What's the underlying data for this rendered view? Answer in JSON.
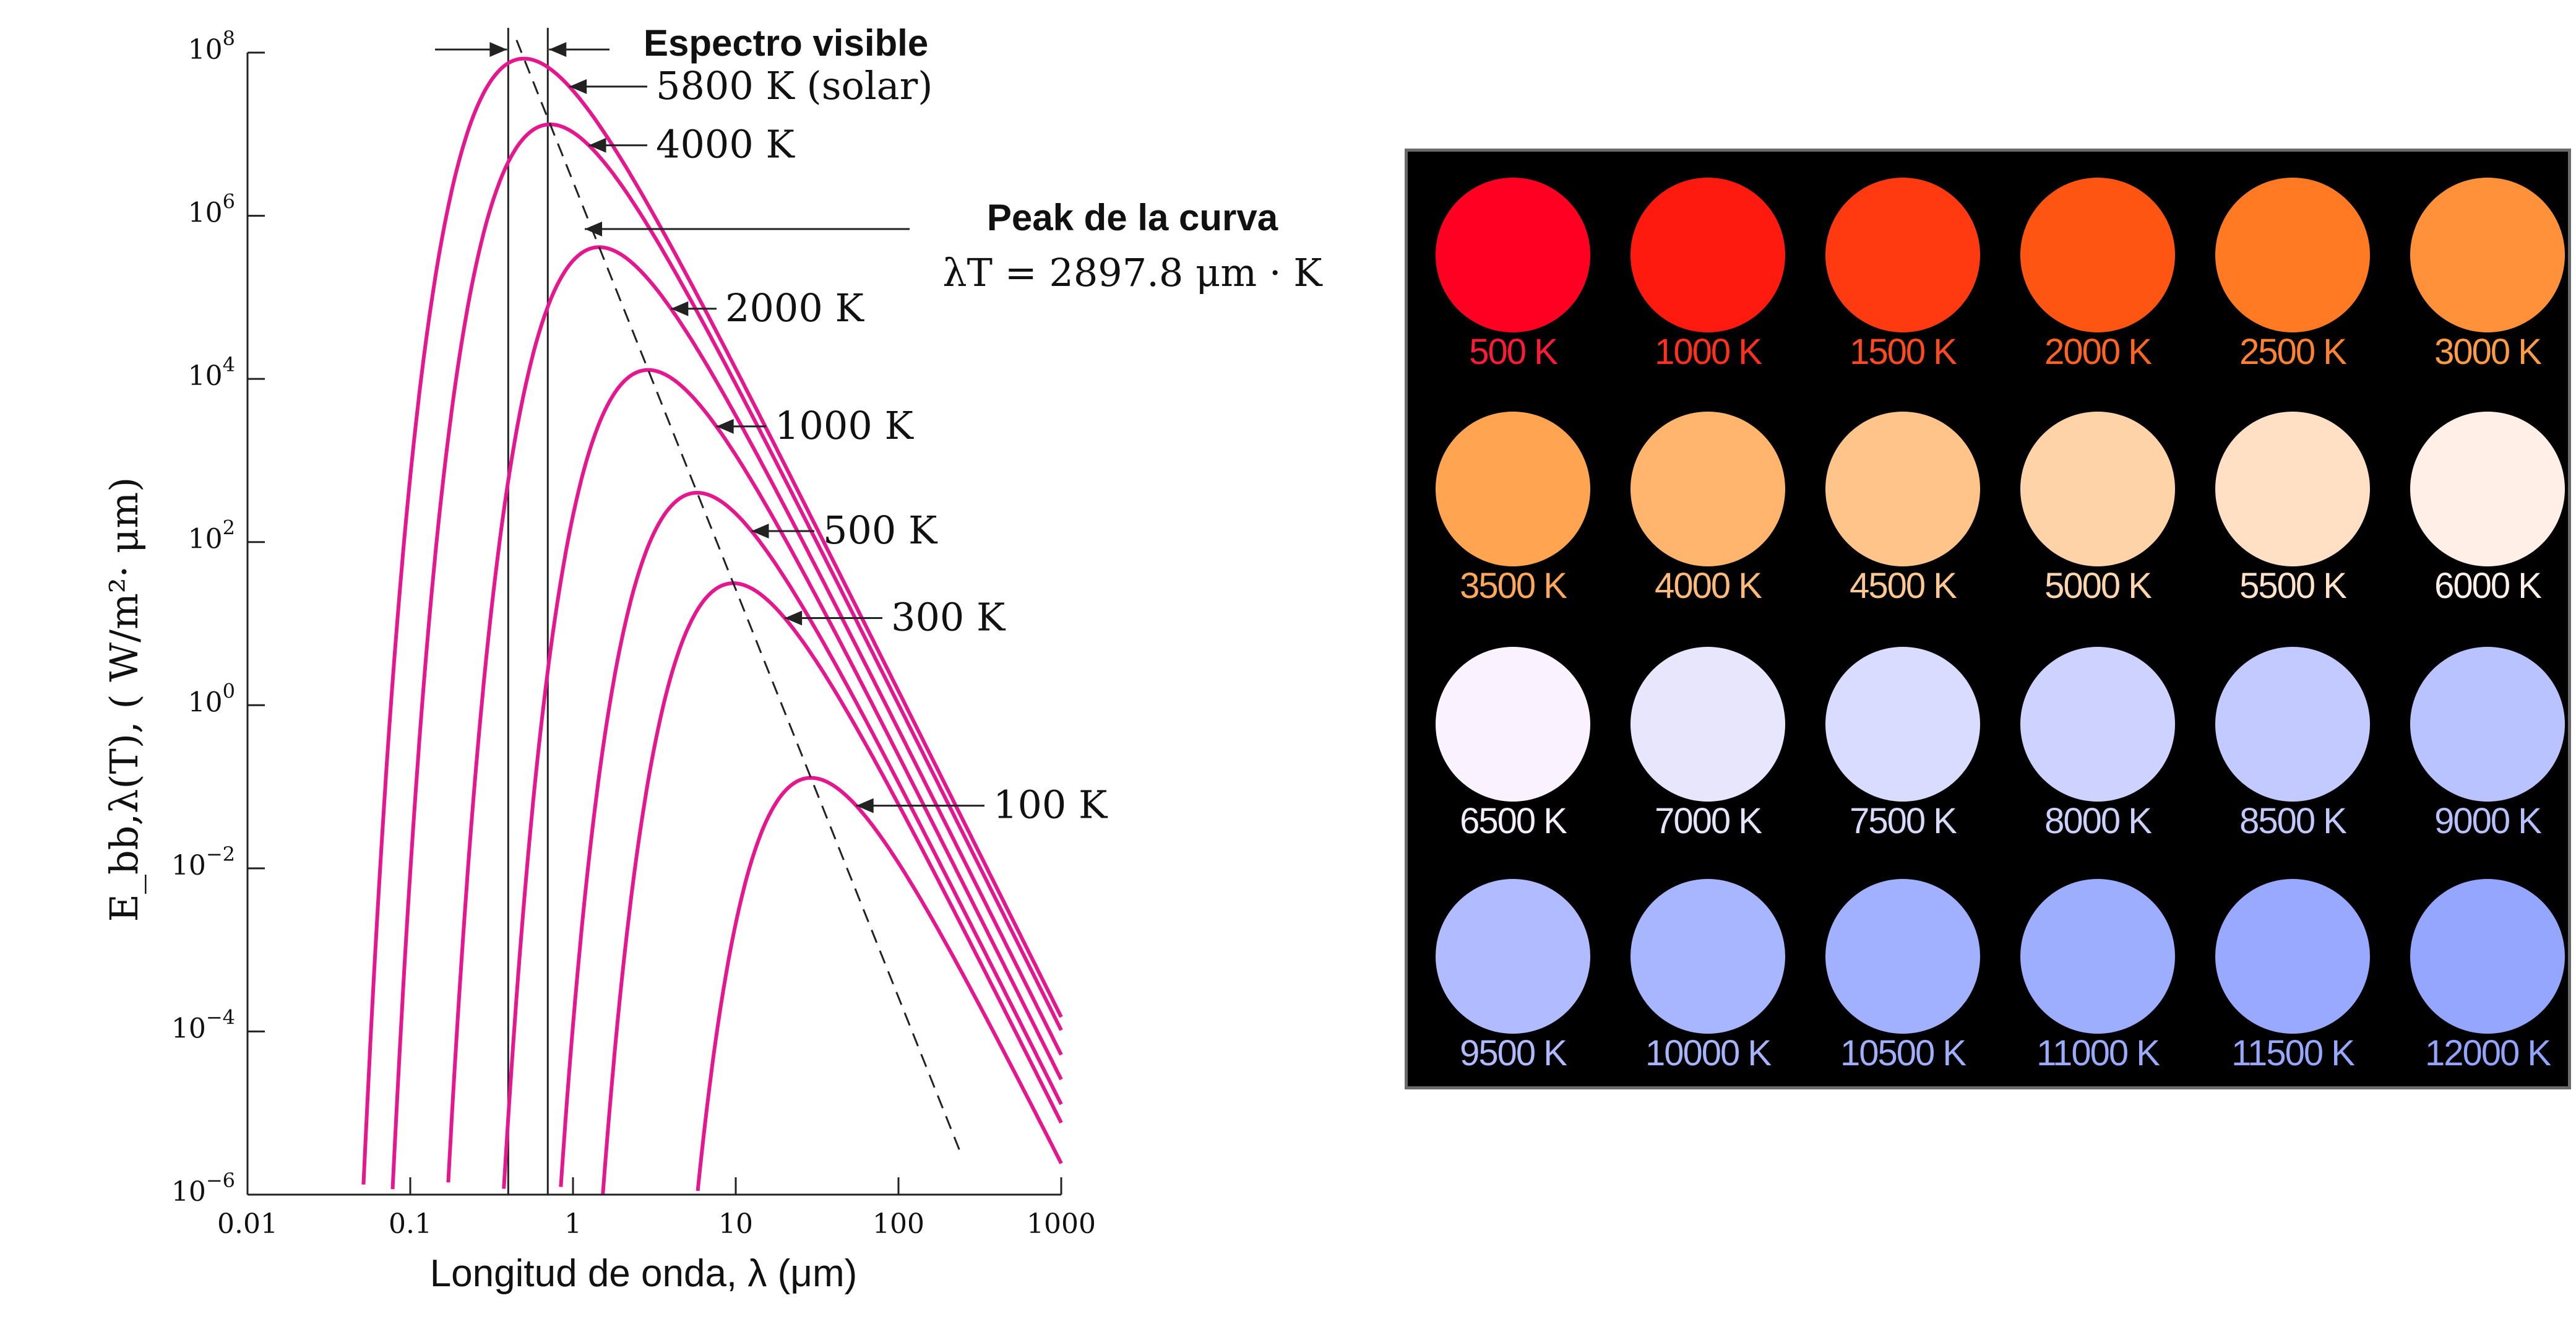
{
  "chart_data": {
    "type": "line",
    "xscale": "log",
    "yscale": "log",
    "xlim": [
      0.01,
      1000
    ],
    "ylim": [
      1e-06,
      100000000.0
    ],
    "xlabel": "Longitud de onda, λ (μm)",
    "ylabel": "E_bb,λ(T), ( W/m²· μm)",
    "x_ticks": [
      "0.01",
      "0.1",
      "1",
      "10",
      "100",
      "1000"
    ],
    "y_ticks": [
      {
        "base": "10",
        "exp": "8"
      },
      {
        "base": "10",
        "exp": "6"
      },
      {
        "base": "10",
        "exp": "4"
      },
      {
        "base": "10",
        "exp": "2"
      },
      {
        "base": "10",
        "exp": "0"
      },
      {
        "base": "10",
        "exp": "−2"
      },
      {
        "base": "10",
        "exp": "−4"
      },
      {
        "base": "10",
        "exp": "−6"
      }
    ],
    "series": [
      {
        "name": "5800 K (solar)",
        "T": 5800,
        "peak_um": 0.5,
        "peak_value": 83000000.0
      },
      {
        "name": "4000 K",
        "T": 4000,
        "peak_um": 0.72,
        "peak_value": 13000000.0
      },
      {
        "name": "2000 K",
        "T": 2000,
        "peak_um": 1.45,
        "peak_value": 410000.0
      },
      {
        "name": "1000 K",
        "T": 1000,
        "peak_um": 2.9,
        "peak_value": 13000.0
      },
      {
        "name": "500 K",
        "T": 500,
        "peak_um": 5.8,
        "peak_value": 400
      },
      {
        "name": "300 K",
        "T": 300,
        "peak_um": 9.7,
        "peak_value": 31
      },
      {
        "name": "100 K",
        "T": 100,
        "peak_um": 29,
        "peak_value": 0.13
      }
    ],
    "curve_color": "#e6168e",
    "peak_line": {
      "constant": 2897.8,
      "x_range": [
        0.45,
        240
      ]
    },
    "visible_band_um": [
      0.4,
      0.7
    ],
    "annotations": {
      "visible": "Espectro visible",
      "peak_title": "Peak de la curva",
      "peak_formula": "λT = 2897.8 μm · K"
    }
  },
  "color_panel": {
    "rows": [
      [
        {
          "label": "500 K",
          "color": "#ff0022",
          "label_color": "#ff1a35"
        },
        {
          "label": "1000 K",
          "color": "#ff1a10",
          "label_color": "#ff3020"
        },
        {
          "label": "1500 K",
          "color": "#ff3a10",
          "label_color": "#ff4a20"
        },
        {
          "label": "2000 K",
          "color": "#ff5512",
          "label_color": "#ff6322"
        },
        {
          "label": "2500 K",
          "color": "#ff7a22",
          "label_color": "#ff8230"
        },
        {
          "label": "3000 K",
          "color": "#ff913a",
          "label_color": "#ff9a45"
        }
      ],
      [
        {
          "label": "3500 K",
          "color": "#ffa552",
          "label_color": "#ffa85a"
        },
        {
          "label": "4000 K",
          "color": "#ffb56e",
          "label_color": "#ffb978"
        },
        {
          "label": "4500 K",
          "color": "#ffc489",
          "label_color": "#ffc890"
        },
        {
          "label": "5000 K",
          "color": "#ffd3a8",
          "label_color": "#ffd5ad"
        },
        {
          "label": "5500 K",
          "color": "#ffe0c4",
          "label_color": "#ffe2c8"
        },
        {
          "label": "6000 K",
          "color": "#ffefe6",
          "label_color": "#fff0e8"
        }
      ],
      [
        {
          "label": "6500 K",
          "color": "#fbf2ff",
          "label_color": "#f4eefc"
        },
        {
          "label": "7000 K",
          "color": "#e8e6fc",
          "label_color": "#e6e4fb"
        },
        {
          "label": "7500 K",
          "color": "#dadcff",
          "label_color": "#d8dafc"
        },
        {
          "label": "8000 K",
          "color": "#cdd2ff",
          "label_color": "#cbd0fc"
        },
        {
          "label": "8500 K",
          "color": "#c2caff",
          "label_color": "#c0c8fc"
        },
        {
          "label": "9000 K",
          "color": "#b8c3ff",
          "label_color": "#b6c1fc"
        }
      ],
      [
        {
          "label": "9500 K",
          "color": "#b0bcff",
          "label_color": "#aebafc"
        },
        {
          "label": "10000 K",
          "color": "#a8b6ff",
          "label_color": "#a6b4fc"
        },
        {
          "label": "10500 K",
          "color": "#a2b1ff",
          "label_color": "#a0affc"
        },
        {
          "label": "11000 K",
          "color": "#9dadff",
          "label_color": "#9babfc"
        },
        {
          "label": "11500 K",
          "color": "#98a9ff",
          "label_color": "#96a7fc"
        },
        {
          "label": "12000 K",
          "color": "#94a6ff",
          "label_color": "#92a4fc"
        }
      ]
    ]
  }
}
